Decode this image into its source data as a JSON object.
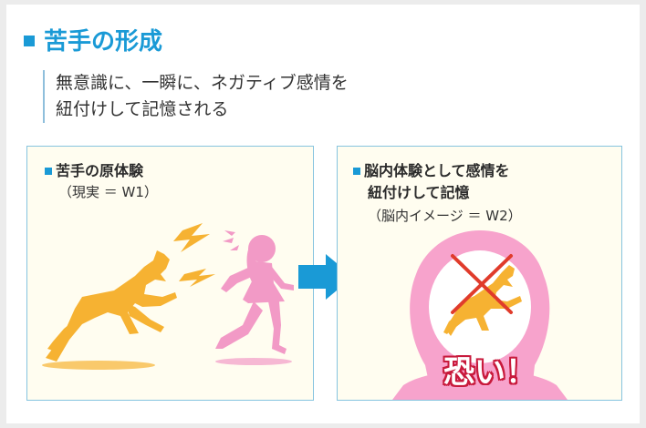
{
  "title": "苦手の形成",
  "lead": {
    "line1": "無意識に、一瞬に、ネガティブ感情を",
    "line2": "紐付けして記憶される"
  },
  "left_panel": {
    "heading": "苦手の原体験",
    "subheading": "（現実 ＝ W1）"
  },
  "right_panel": {
    "heading_line1": "脳内体験として感情を",
    "heading_line2": "紐付けして記憶",
    "subheading": "（脳内イメージ ＝ W2）",
    "emotion_text": "恐い！"
  },
  "colors": {
    "accent": "#1a9ad6",
    "dog": "#f6b232",
    "girl": "#f29ac6",
    "panel_bg": "#fffdf0",
    "cross": "#e03b2b"
  },
  "icons": [
    "dog-silhouette-icon",
    "girl-running-icon",
    "lightning-icon",
    "arrow-right-icon",
    "cross-mark-icon"
  ]
}
